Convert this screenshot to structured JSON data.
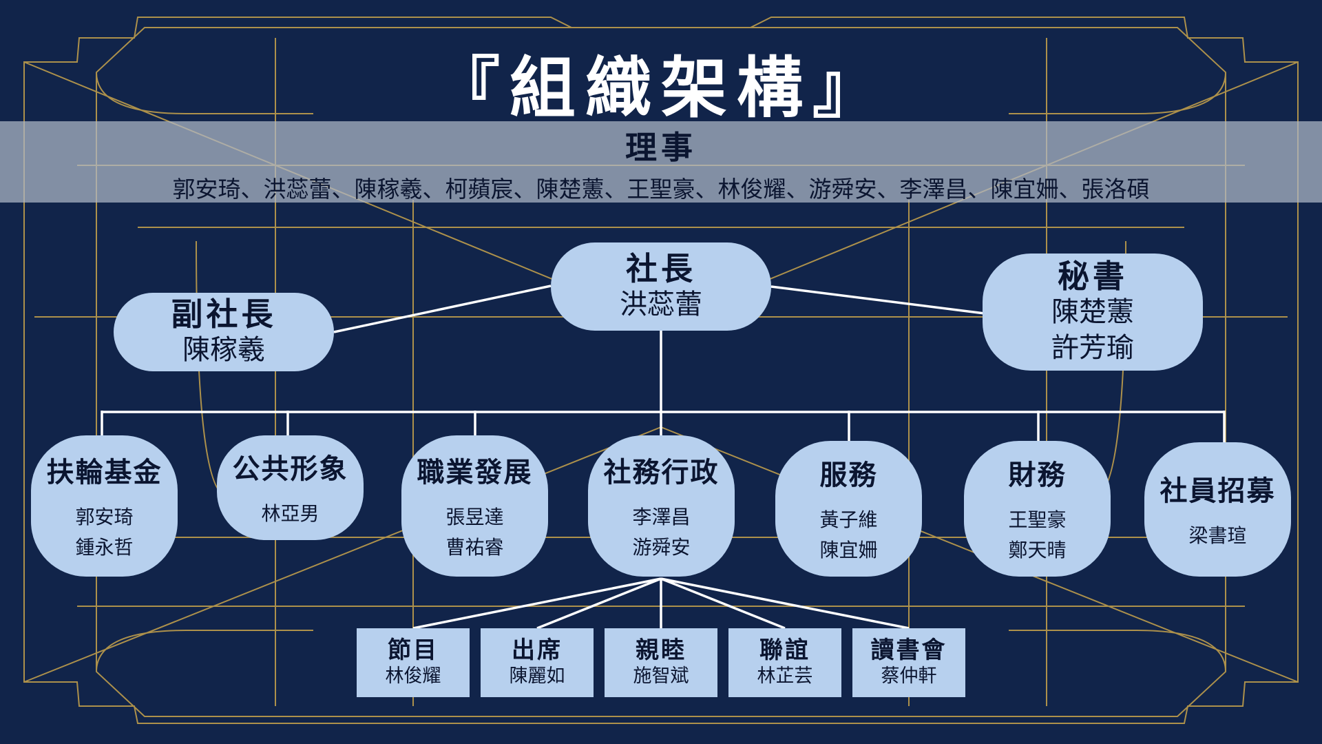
{
  "title": "『組織架構』",
  "board": {
    "title": "理事",
    "members": "郭安琦、洪蕊蕾、陳稼羲、柯蘋宸、陳楚藼、王聖豪、林俊耀、游舜安、李澤昌、陳宜姍、張洛碩"
  },
  "president": {
    "role": "社長",
    "name": "洪蕊蕾"
  },
  "vice_president": {
    "role": "副社長",
    "name": "陳稼羲"
  },
  "secretary": {
    "role": "秘書",
    "names": [
      "陳楚藼",
      "許芳瑜"
    ]
  },
  "departments": [
    {
      "role": "扶輪基金",
      "names": [
        "郭安琦",
        "鍾永哲"
      ]
    },
    {
      "role": "公共形象",
      "names": [
        "林亞男"
      ]
    },
    {
      "role": "職業發展",
      "names": [
        "張昱達",
        "曹祐睿"
      ]
    },
    {
      "role": "社務行政",
      "names": [
        "李澤昌",
        "游舜安"
      ]
    },
    {
      "role": "服務",
      "names": [
        "黃子維",
        "陳宜姍"
      ]
    },
    {
      "role": "財務",
      "names": [
        "王聖豪",
        "鄭天晴"
      ]
    },
    {
      "role": "社員招募",
      "names": [
        "梁書瑄"
      ]
    }
  ],
  "sub_committees": [
    {
      "role": "節目",
      "name": "林俊耀"
    },
    {
      "role": "出席",
      "name": "陳麗如"
    },
    {
      "role": "親睦",
      "name": "施智斌"
    },
    {
      "role": "聯誼",
      "name": "林芷芸"
    },
    {
      "role": "讀書會",
      "name": "蔡仲軒"
    }
  ],
  "colors": {
    "background": "#11244a",
    "frame": "#c9a44c",
    "node": "#b7d0ee",
    "connector": "#ffffff",
    "text": "#0b1530"
  }
}
